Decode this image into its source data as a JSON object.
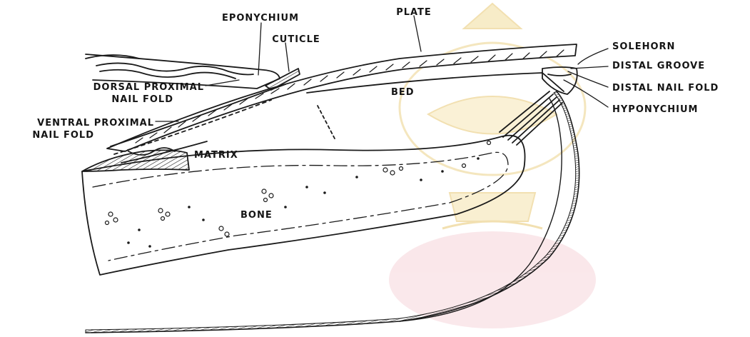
{
  "colors": {
    "ink": "#1a1a1a",
    "watermark_gold": "#e8c872",
    "watermark_pink": "#f3c9cf"
  },
  "watermark": "ornamental-crest-watermark",
  "labels": {
    "eponychium": "EPONYCHIUM",
    "cuticle": "CUTICLE",
    "plate": "PLATE",
    "solehorn": "SOLEHORN",
    "distal_groove": "DISTAL GROOVE",
    "distal_nail_fold": "DISTAL NAIL FOLD",
    "hyponychium": "HYPONYCHIUM",
    "dorsal_proximal_l1": "DORSAL PROXIMAL",
    "dorsal_proximal_l2": "NAIL FOLD",
    "ventral_proximal_l1": "VENTRAL PROXIMAL",
    "ventral_proximal_l2": "NAIL FOLD",
    "matrix": "MATRIX",
    "bed": "BED",
    "bone": "BONE"
  }
}
